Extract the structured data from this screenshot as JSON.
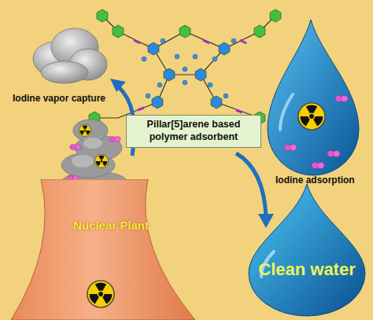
{
  "diagram": {
    "nodes": [
      {
        "text": [
          "Pillar[5]arene based polymer adsorbent"
        ]
      },
      {
        "text": [
          "Nuclear Plant"
        ]
      },
      {
        "text": [
          "Clean water"
        ]
      }
    ],
    "labels": [
      "Iodine vapor capture",
      "Iodine adsorption"
    ]
  }
}
